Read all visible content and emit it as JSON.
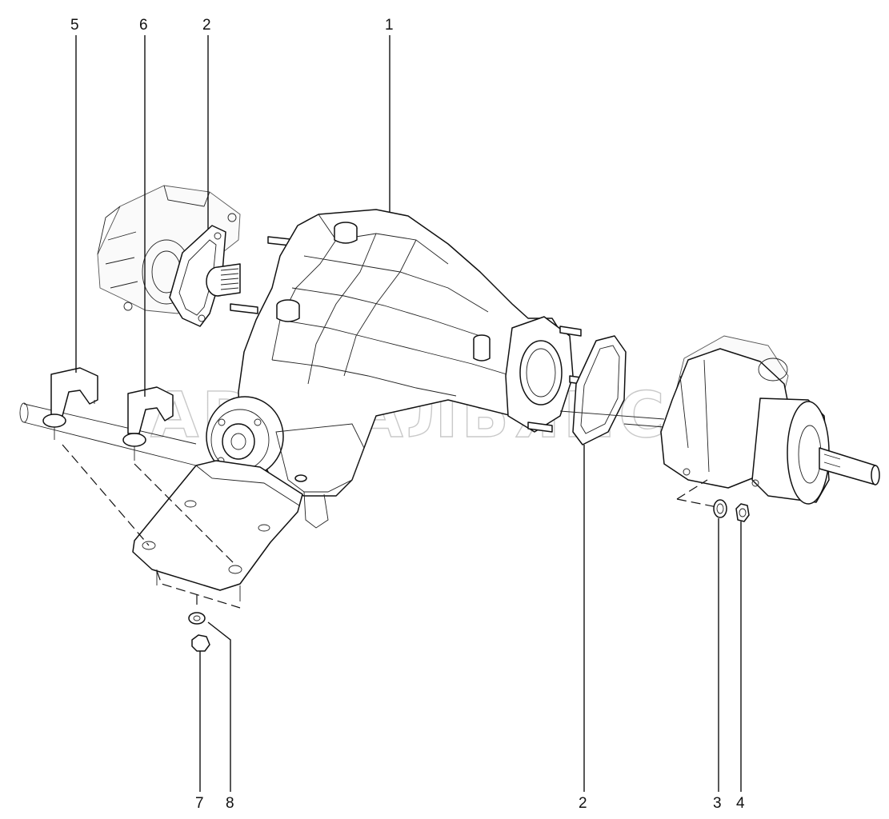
{
  "watermark": "АВТОАЛЬЯНС",
  "callouts": {
    "c1": "1",
    "c2_top": "2",
    "c2_bottom": "2",
    "c3": "3",
    "c4": "4",
    "c5": "5",
    "c6": "6",
    "c7": "7",
    "c8": "8"
  }
}
